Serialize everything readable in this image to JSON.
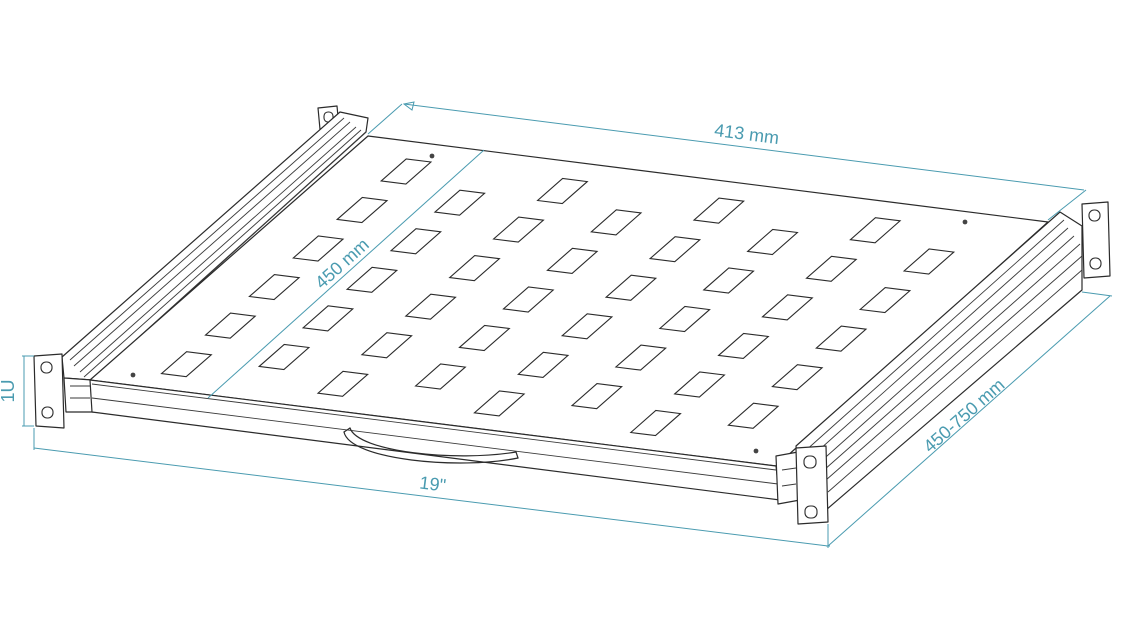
{
  "colors": {
    "dimension": "#4a9bb0",
    "outline": "#2b2b2b"
  },
  "dimensions": {
    "width_413": "413 mm",
    "depth_450": "450 mm",
    "rail_range": "450-750 mm",
    "rack_19": "19\"",
    "height_1u": "1U"
  }
}
